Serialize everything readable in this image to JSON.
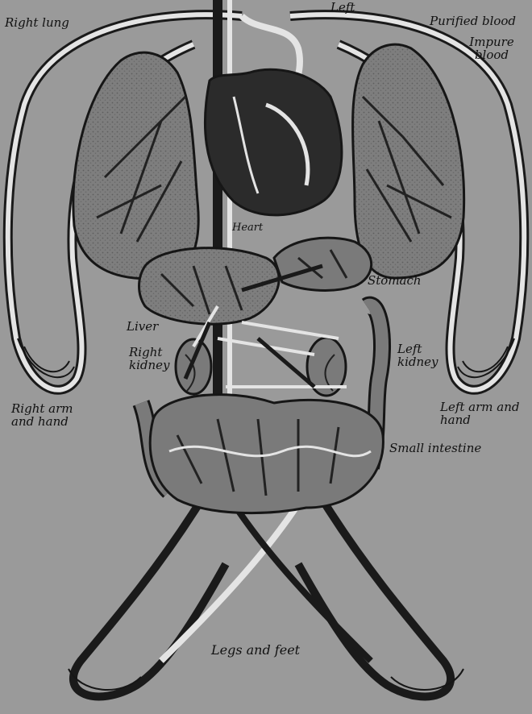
{
  "figure": {
    "colors": {
      "background": "#9a9a9a",
      "organ_fill": "#7e7e7e",
      "organ_texture": "#6f6f6f",
      "pure_vessel": "#e4e4e4",
      "impure_vessel": "#1a1a1a",
      "outline": "#161616",
      "label_text": "#111111"
    },
    "labels": {
      "right_lung": "Right lung",
      "left": "Left",
      "purified_blood": "Purified blood",
      "impure_blood": "Impure blood",
      "heart": "Heart",
      "stomach": "Stomach",
      "liver": "Liver",
      "right_kidney": "Right kidney",
      "left_kidney": "Left kidney",
      "right_arm": "Right arm and hand",
      "left_arm": "Left arm and hand",
      "small_intestine": "Small intestine",
      "legs": "Legs and feet"
    }
  }
}
